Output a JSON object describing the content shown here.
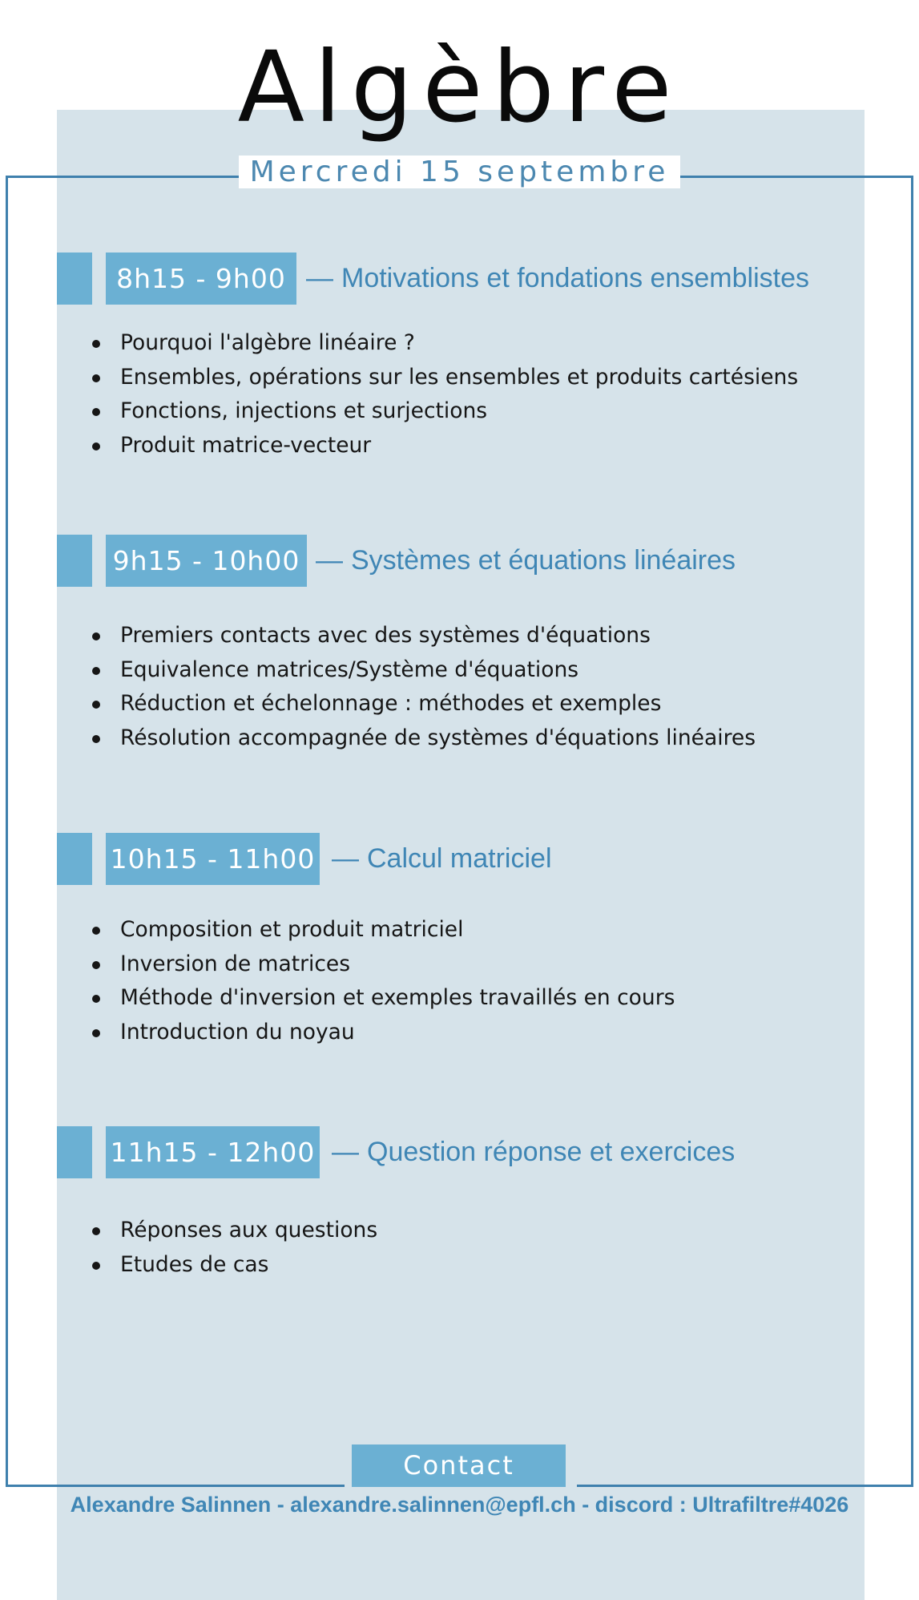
{
  "title": "Algèbre",
  "date": "Mercredi 15 septembre",
  "accent_color": "#6bb0d3",
  "text_accent_color": "#3f86b5",
  "panel_color": "#d6e3ea",
  "sessions": [
    {
      "time": "8h15 - 9h00",
      "dash": "—",
      "title": "Motivations et fondations ensemblistes",
      "items": [
        "Pourquoi l'algèbre linéaire ?",
        "Ensembles, opérations sur les ensembles et produits cartésiens",
        "Fonctions, injections et surjections",
        "Produit matrice-vecteur"
      ]
    },
    {
      "time": "9h15 - 10h00",
      "dash": "—",
      "title": "Systèmes et équations linéaires",
      "items": [
        "Premiers contacts avec des systèmes d'équations",
        "Equivalence matrices/Système d'équations",
        "Réduction et échelonnage : méthodes et exemples",
        "Résolution accompagnée de systèmes d'équations linéaires"
      ]
    },
    {
      "time": "10h15 - 11h00",
      "dash": "—",
      "title": "Calcul matriciel",
      "items": [
        "Composition et produit matriciel",
        "Inversion de matrices",
        "Méthode d'inversion et exemples travaillés en cours",
        "Introduction du noyau"
      ]
    },
    {
      "time": "11h15 - 12h00",
      "dash": "—",
      "title": "Question réponse et exercices",
      "items": [
        "Réponses aux questions",
        "Etudes de cas"
      ]
    }
  ],
  "contact": {
    "label": "Contact",
    "info": "Alexandre Salinnen - alexandre.salinnen@epfl.ch - discord : Ultrafiltre#4026"
  }
}
